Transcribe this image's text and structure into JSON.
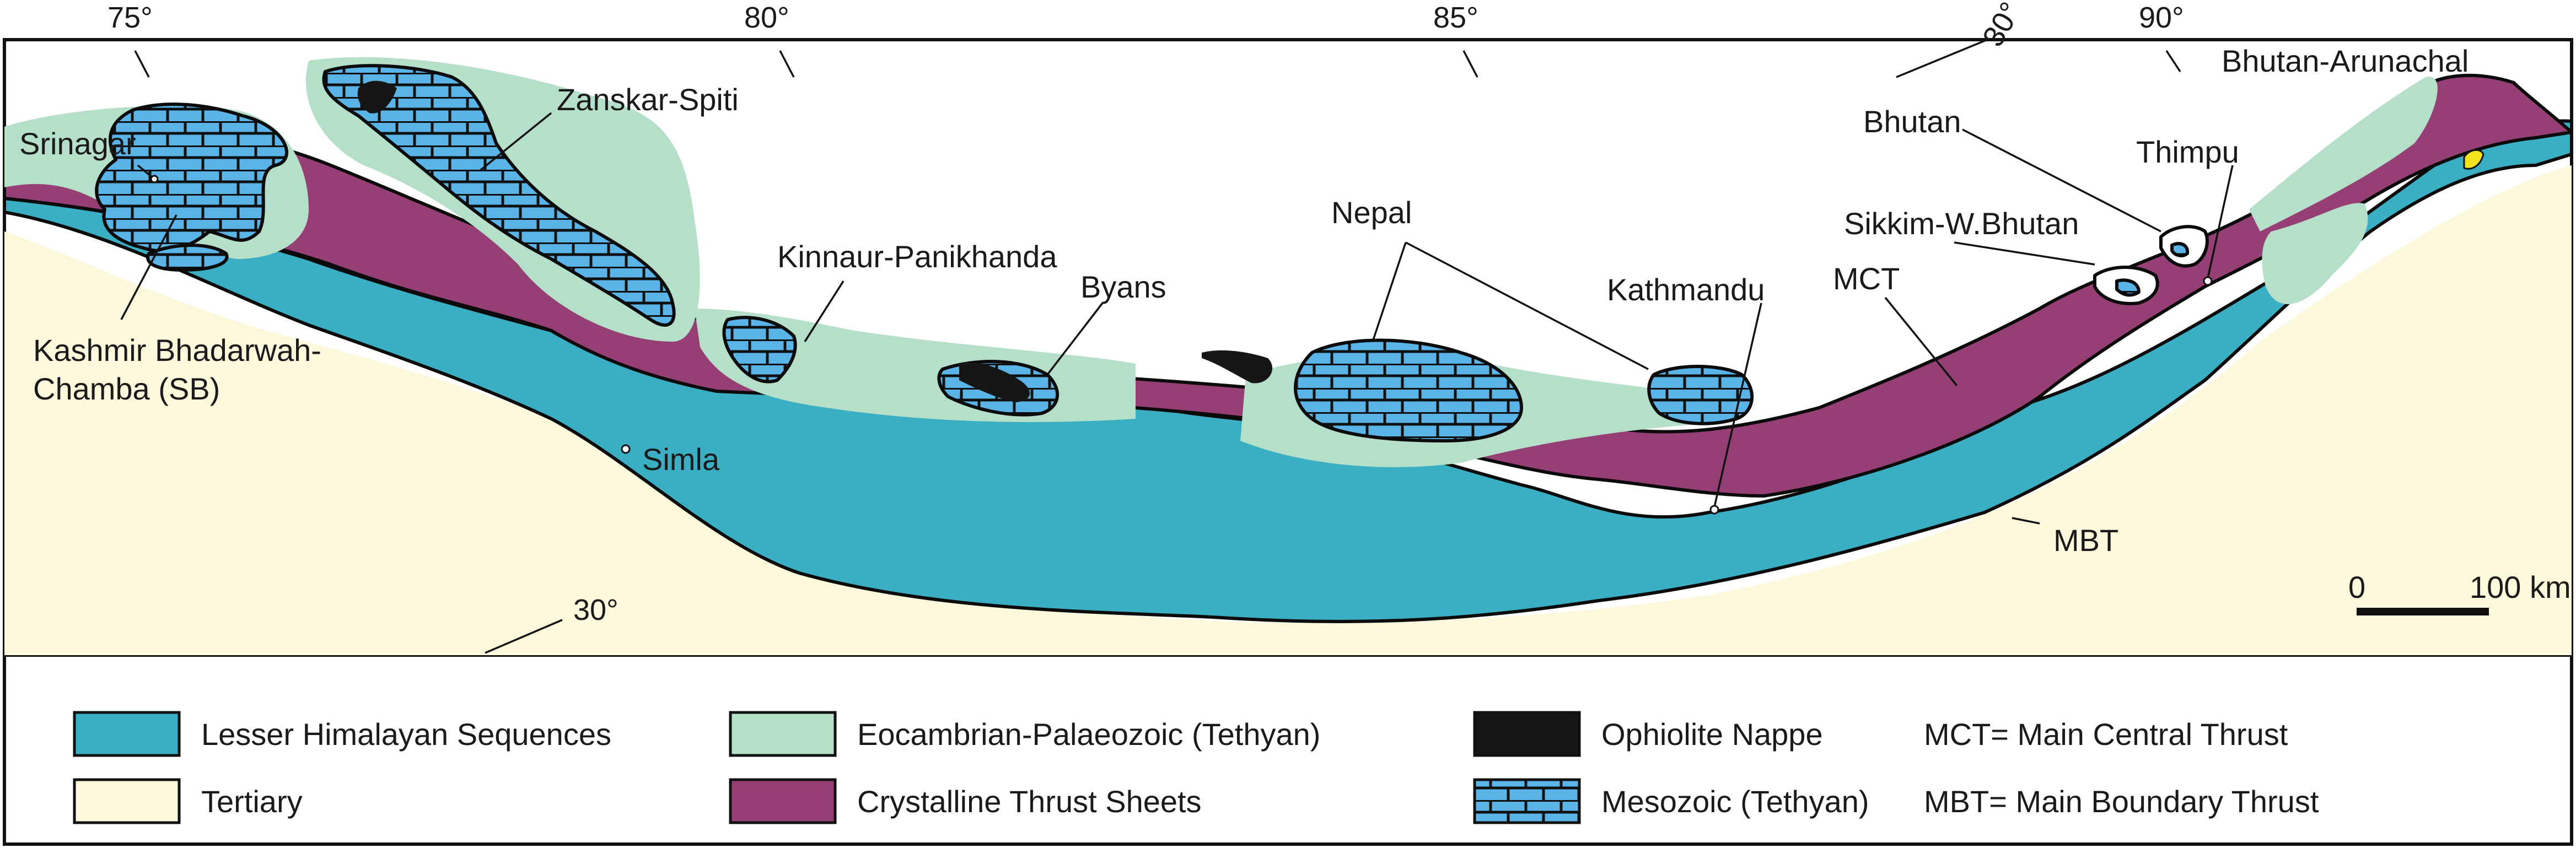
{
  "map": {
    "longitudes": [
      "75°",
      "80°",
      "85°",
      "90°"
    ],
    "latitudes": [
      "30°",
      "30°"
    ],
    "places": {
      "srinagar": "Srinagar",
      "zanskar": "Zanskar-Spiti",
      "kashmir_line1": "Kashmir Bhadarwah-",
      "kashmir_line2": "Chamba (SB)",
      "kinnaur": "Kinnaur-Panikhanda",
      "byans": "Byans",
      "simla": "Simla",
      "nepal": "Nepal",
      "kathmandu": "Kathmandu",
      "mct": "MCT",
      "mbt": "MBT",
      "sikkim": "Sikkim-W.Bhutan",
      "bhutan": "Bhutan",
      "thimpu": "Thimpu",
      "bhutan_arunachal": "Bhutan-Arunachal"
    },
    "scale_bar": {
      "start": "0",
      "end": "100 km"
    }
  },
  "legend": {
    "items": [
      {
        "label": "Lesser Himalayan Sequences",
        "color": "#3aafc4"
      },
      {
        "label": "Tertiary",
        "color": "#fbf8dc"
      },
      {
        "label": "Eocambrian-Palaeozoic (Tethyan)",
        "color": "#b5dfc8"
      },
      {
        "label": "Crystalline Thrust Sheets",
        "color": "#953f74"
      },
      {
        "label": "Ophiolite Nappe",
        "color": "#161616"
      },
      {
        "label": "Mesozoic (Tethyan)",
        "color": "#5ab4e8",
        "pattern": "brick"
      }
    ],
    "abbreviations": {
      "mct": "MCT= Main Central Thrust",
      "mbt": "MBT= Main Boundary Thrust"
    }
  }
}
